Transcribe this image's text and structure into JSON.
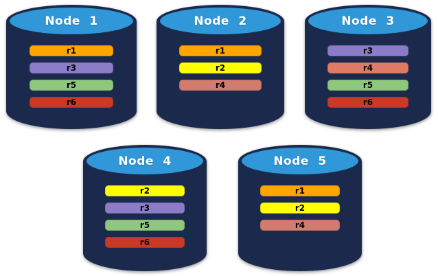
{
  "canvas": {
    "background": "#ffffff"
  },
  "palette": {
    "cylinder_body": "#1b2a4c",
    "cylinder_top": "#3098d8",
    "title_text": "#ffffff",
    "row_text": "#000000"
  },
  "nodes": [
    {
      "label": "Node 1",
      "rows": [
        {
          "label": "r1",
          "color": "#ffa500"
        },
        {
          "label": "r3",
          "color": "#8c7cc8"
        },
        {
          "label": "r5",
          "color": "#90c77e"
        },
        {
          "label": "r6",
          "color": "#c93a26"
        }
      ]
    },
    {
      "label": "Node 2",
      "rows": [
        {
          "label": "r1",
          "color": "#ffa500"
        },
        {
          "label": "r2",
          "color": "#ffff00"
        },
        {
          "label": "r4",
          "color": "#d27c6f"
        }
      ]
    },
    {
      "label": "Node 3",
      "rows": [
        {
          "label": "r3",
          "color": "#8c7cc8"
        },
        {
          "label": "r4",
          "color": "#df7a66"
        },
        {
          "label": "r5",
          "color": "#90c77e"
        },
        {
          "label": "r6",
          "color": "#c93a26"
        }
      ]
    },
    {
      "label": "Node 4",
      "rows": [
        {
          "label": "r2",
          "color": "#ffff00"
        },
        {
          "label": "r3",
          "color": "#8c7cc8"
        },
        {
          "label": "r5",
          "color": "#90c77e"
        },
        {
          "label": "r6",
          "color": "#c93a26"
        }
      ]
    },
    {
      "label": "Node 5",
      "rows": [
        {
          "label": "r1",
          "color": "#ffa500"
        },
        {
          "label": "r2",
          "color": "#ffff00"
        },
        {
          "label": "r4",
          "color": "#d27c6f"
        }
      ]
    }
  ]
}
